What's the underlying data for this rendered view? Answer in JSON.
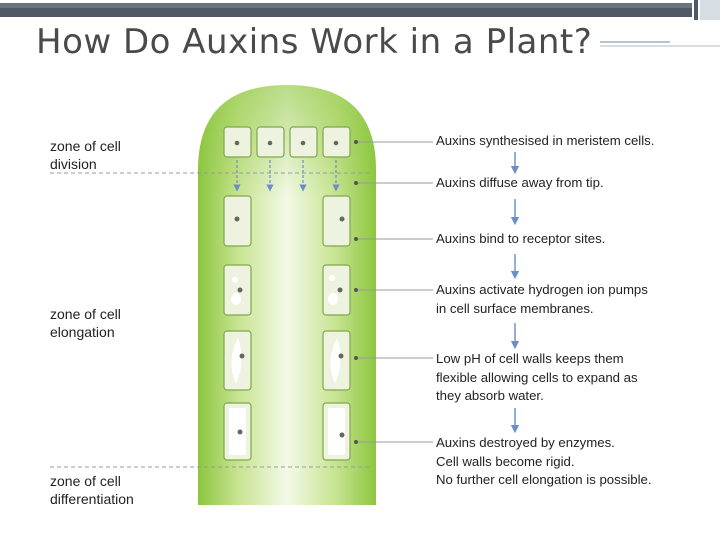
{
  "title": "How Do Auxins Work in a Plant?",
  "colors": {
    "slide_bar": "#505a66",
    "slide_bar_light": "#d6dde3",
    "stem_green": "#8cc63f",
    "stem_light": "#f4f9e8",
    "cell_fill": "#edf3df",
    "arrow_blue": "#6a8fc4",
    "leader_gray": "#9a9a9a",
    "zone_dash": "#9a9a9a"
  },
  "zones": [
    {
      "id": "division",
      "lines": [
        "zone of cell",
        "division"
      ]
    },
    {
      "id": "elongation",
      "lines": [
        "zone of cell",
        "elongation"
      ]
    },
    {
      "id": "differentiation",
      "lines": [
        "zone of cell",
        "differentiation"
      ]
    }
  ],
  "steps": [
    {
      "id": "synthesised",
      "lines": [
        "Auxins synthesised in meristem cells."
      ]
    },
    {
      "id": "diffuse",
      "lines": [
        "Auxins diffuse away from tip."
      ]
    },
    {
      "id": "bind",
      "lines": [
        "Auxins bind to receptor sites."
      ]
    },
    {
      "id": "activate",
      "lines": [
        "Auxins activate hydrogen ion pumps",
        "in cell surface membranes."
      ]
    },
    {
      "id": "ph",
      "lines": [
        "Low pH of cell walls keeps them",
        "flexible allowing cells to expand as",
        "they absorb water."
      ]
    },
    {
      "id": "destroyed",
      "lines": [
        "Auxins destroyed by enzymes.",
        "Cell walls become rigid.",
        "No further cell elongation is possible."
      ]
    }
  ]
}
